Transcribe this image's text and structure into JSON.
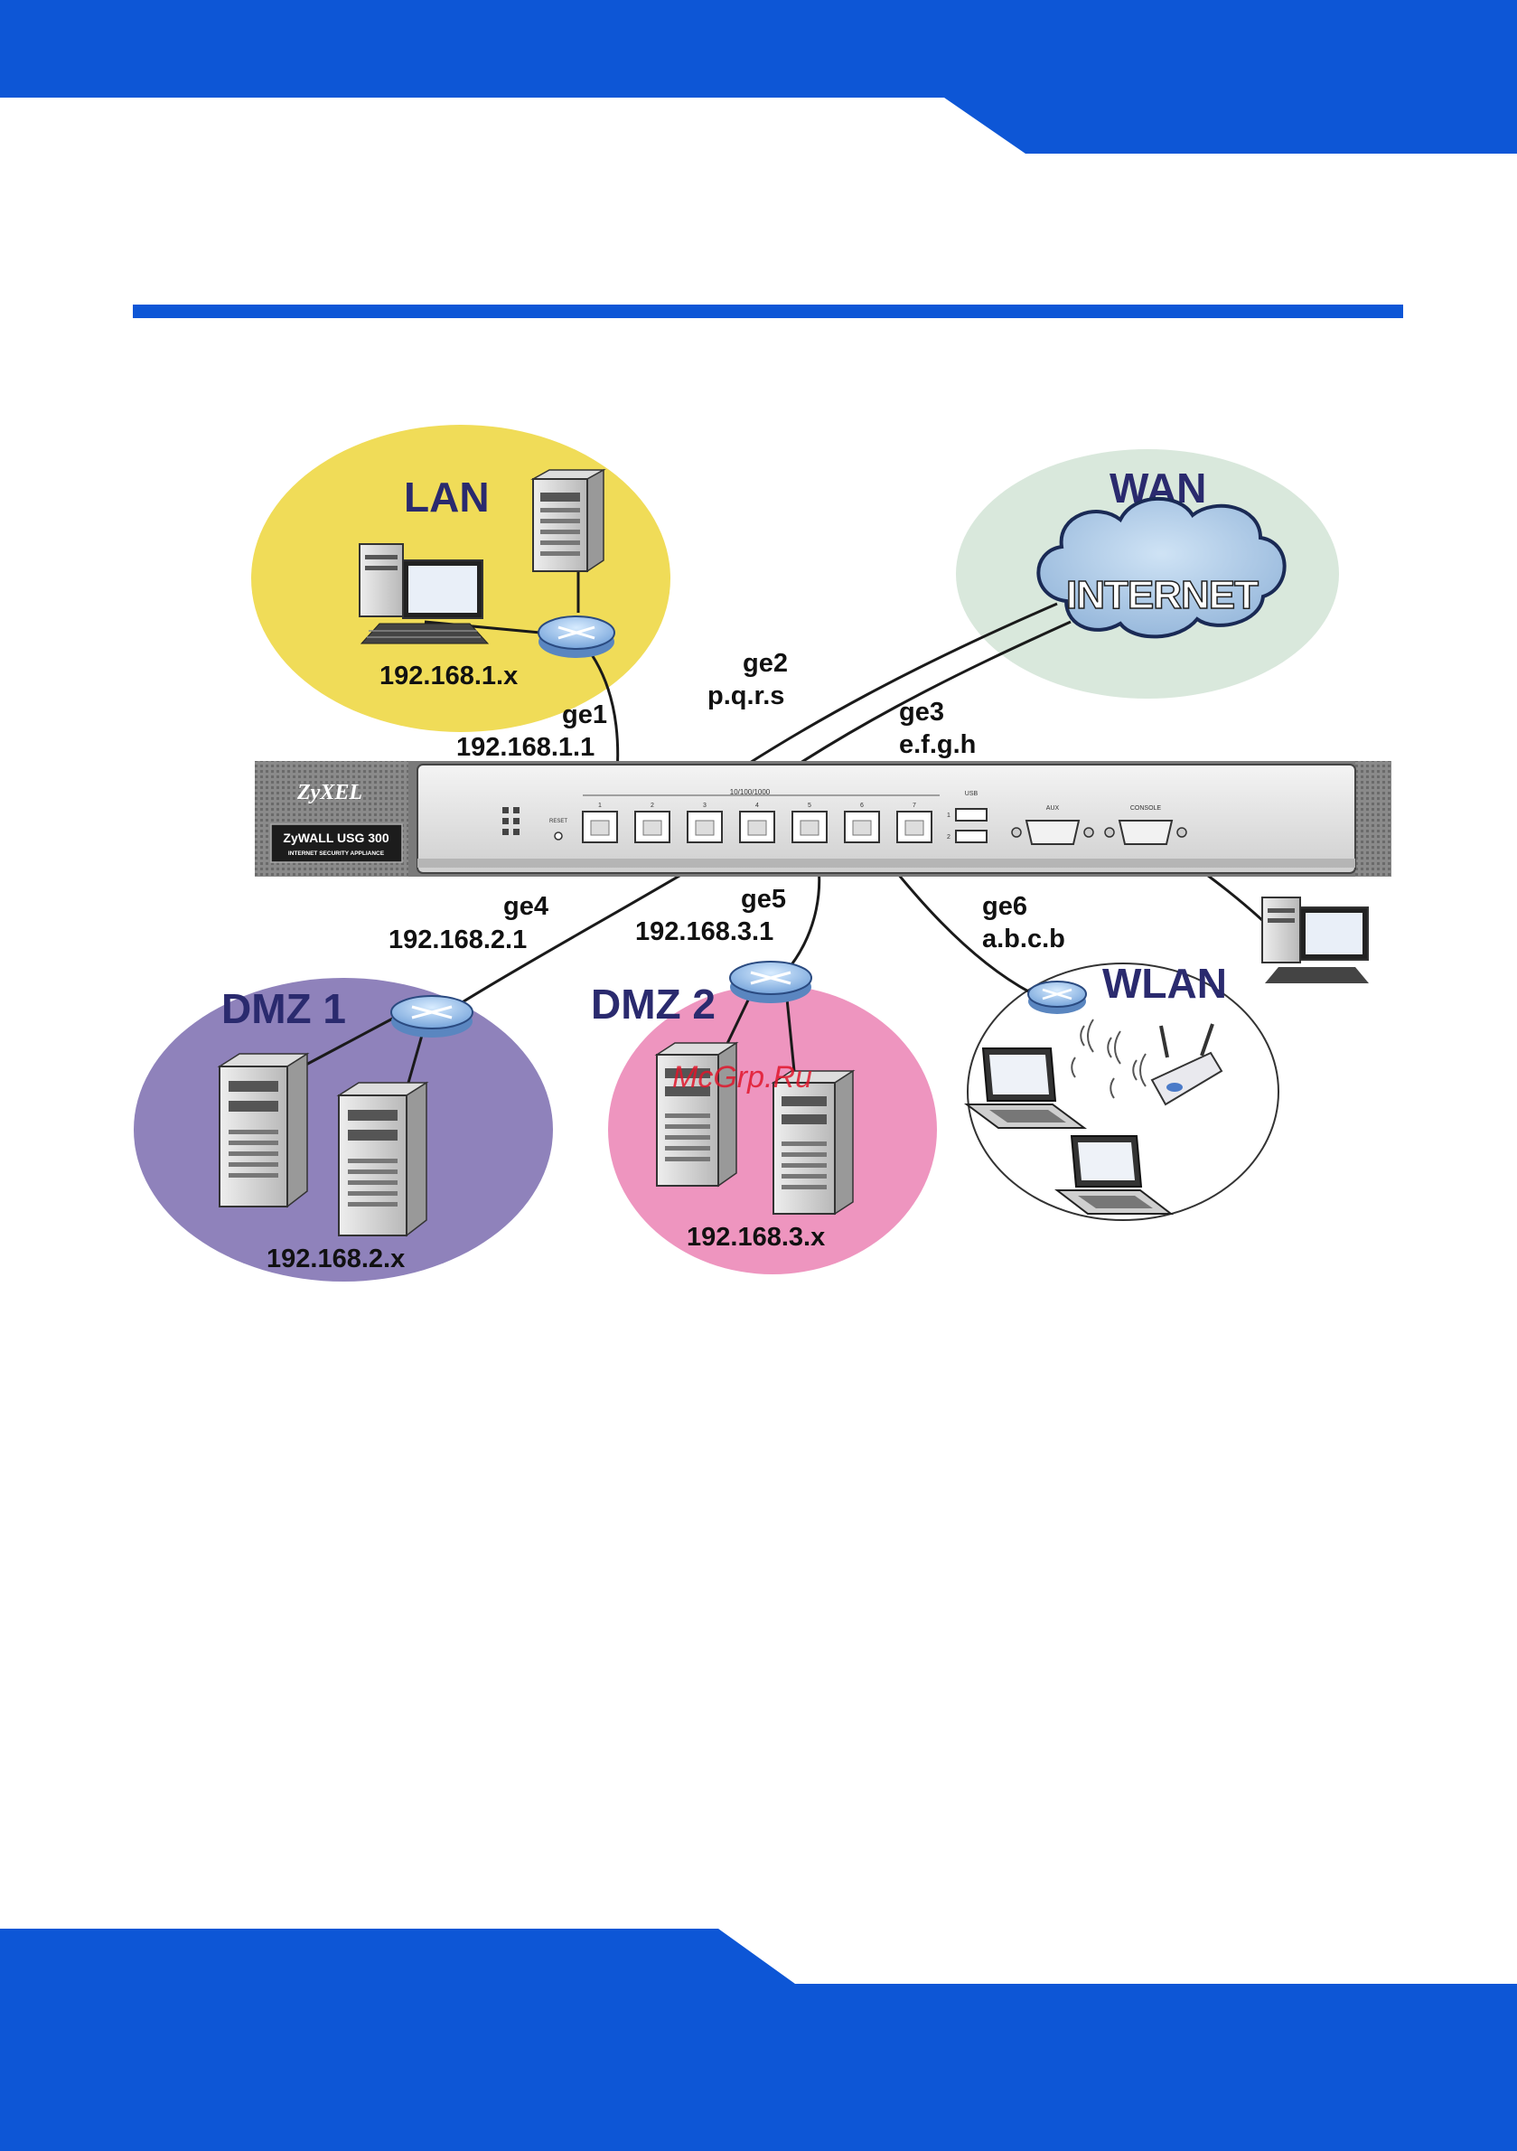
{
  "colors": {
    "brand_blue": "#0d56d6",
    "lan_zone": "#f0dc58",
    "wan_zone": "#d9e8dc",
    "dmz1_zone": "#8f82bb",
    "dmz2_zone": "#ee95bf",
    "wlan_zone": "#ffffff",
    "zone_title": "#2a2a6e",
    "cloud": "#a9c8e8",
    "router": "#8fb8e6",
    "watermark": "#e0162b"
  },
  "zones": {
    "lan": {
      "title": "LAN",
      "subnet": "192.168.1.x"
    },
    "wan": {
      "title": "WAN",
      "cloud_label": "INTERNET"
    },
    "dmz1": {
      "title": "DMZ 1",
      "subnet": "192.168.2.x"
    },
    "dmz2": {
      "title": "DMZ 2",
      "subnet": "192.168.3.x"
    },
    "wlan": {
      "title": "WLAN"
    }
  },
  "interfaces": {
    "ge1": {
      "name": "ge1",
      "ip": "192.168.1.1"
    },
    "ge2": {
      "name": "ge2",
      "ip": "p.q.r.s"
    },
    "ge3": {
      "name": "ge3",
      "ip": "e.f.g.h"
    },
    "ge4": {
      "name": "ge4",
      "ip": "192.168.2.1"
    },
    "ge5": {
      "name": "ge5",
      "ip": "192.168.3.1"
    },
    "ge6": {
      "name": "ge6",
      "ip": "a.b.c.b"
    }
  },
  "device": {
    "brand": "ZyXEL",
    "model": "ZyWALL USG 300",
    "tagline": "INTERNET SECURITY APPLIANCE",
    "reset_label": "RESET",
    "ports_header": "10/100/1000",
    "usb_label": "USB",
    "aux_label": "AUX",
    "console_label": "CONSOLE",
    "port_numbers": [
      "1",
      "2",
      "3",
      "4",
      "5",
      "6",
      "7"
    ],
    "usb_numbers": [
      "1",
      "2"
    ]
  },
  "watermark": "McGrp.Ru"
}
